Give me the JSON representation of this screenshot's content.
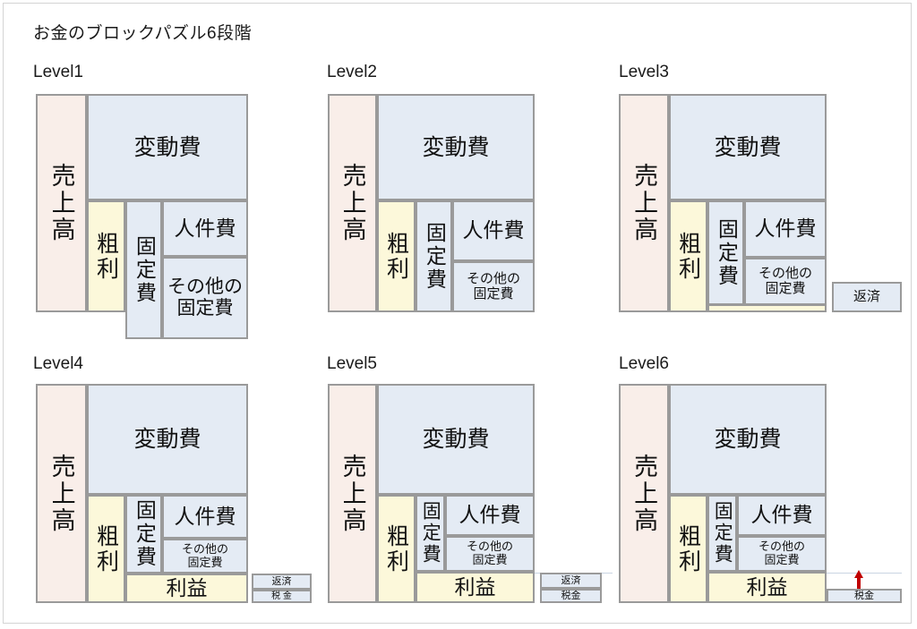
{
  "title": "お金のブロックパズル6段階",
  "labels": {
    "sales": "売上高",
    "variable_cost": "変動費",
    "gross_profit": "粗利",
    "fixed_cost": "固定費",
    "labor_cost": "人件費",
    "other_fixed_cost": "その他の\n固定費",
    "other_fixed_cost_l1": "その他の",
    "other_fixed_cost_l2": "固定費",
    "profit": "利益",
    "repayment": "返済",
    "tax": "税金",
    "tax_spaced": "税 金"
  },
  "colors": {
    "sales": "#f9eee9",
    "cost": "#e4ebf4",
    "profit": "#fcf8da",
    "border": "#9a9a9a",
    "arrow": "#c00000",
    "page_border": "#d4d4d4",
    "background": "#ffffff"
  },
  "levels": [
    {
      "id": "level1",
      "label": "Level1",
      "blocks": [
        "売上高",
        "変動費",
        "粗利",
        "固定費",
        "人件費",
        "その他の固定費"
      ]
    },
    {
      "id": "level2",
      "label": "Level2",
      "blocks": [
        "売上高",
        "変動費",
        "粗利",
        "固定費",
        "人件費",
        "その他の固定費"
      ]
    },
    {
      "id": "level3",
      "label": "Level3",
      "blocks": [
        "売上高",
        "変動費",
        "粗利",
        "固定費",
        "人件費",
        "その他の固定費",
        "返済"
      ]
    },
    {
      "id": "level4",
      "label": "Level4",
      "blocks": [
        "売上高",
        "変動費",
        "粗利",
        "固定費",
        "人件費",
        "その他の固定費",
        "利益",
        "返済",
        "税金"
      ]
    },
    {
      "id": "level5",
      "label": "Level5",
      "blocks": [
        "売上高",
        "変動費",
        "粗利",
        "固定費",
        "人件費",
        "その他の固定費",
        "利益",
        "返済",
        "税金"
      ]
    },
    {
      "id": "level6",
      "label": "Level6",
      "blocks": [
        "売上高",
        "変動費",
        "粗利",
        "固定費",
        "人件費",
        "その他の固定費",
        "利益",
        "税金"
      ]
    }
  ]
}
